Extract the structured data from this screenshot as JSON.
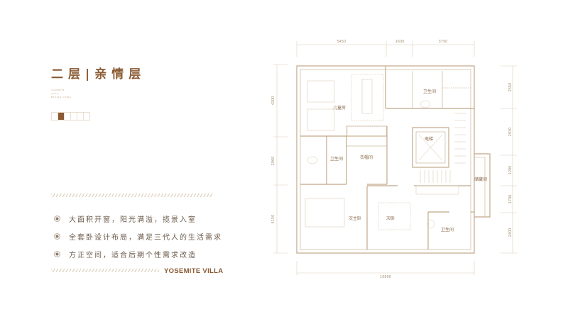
{
  "header": {
    "title": "二层|亲情层"
  },
  "legend_small": [
    "YOSEMITE",
    "VILLA",
    "BEIJING CHINA"
  ],
  "floor_selector": {
    "count": 6,
    "active_index": 1
  },
  "features": [
    "大面积开窗，阳光满溢，揽景入室",
    "全套卧设计布局，满足三代人的生活需求",
    "方正空间，适合后期个性需求改造"
  ],
  "brand": "YOSEMITE VILLA",
  "plan": {
    "dims_top": [
      "5450",
      "1600",
      "3750"
    ],
    "dims_bottom": "10800",
    "dims_left": [
      "4200",
      "2900",
      "4150"
    ],
    "dims_right": [
      "2550",
      "2930",
      "1280",
      "1700",
      "2400"
    ],
    "rooms": {
      "kids_room": "儿童房",
      "bath_top": "卫生间",
      "elevator": "电梯",
      "bath_left": "卫生间",
      "closet": "衣帽间",
      "storage": "储藏间",
      "second_master": "次主卧",
      "second_bedroom": "次卧",
      "bath_bottom": "卫生间"
    }
  },
  "colors": {
    "accent": "#8a5a32",
    "line": "#c9b49a"
  }
}
